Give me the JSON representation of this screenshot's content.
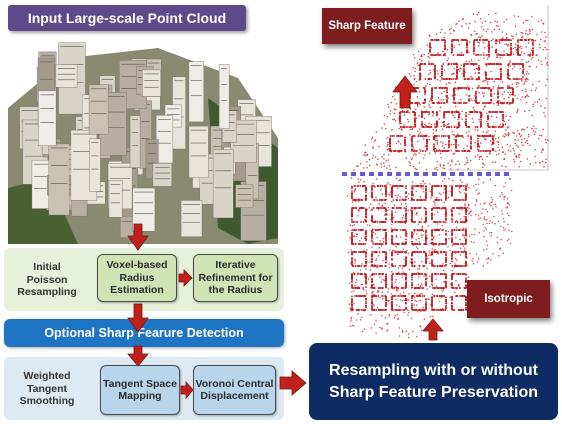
{
  "input_title": "Input Large-scale Point Cloud",
  "stage1": {
    "label": "Initial Poisson Resampling",
    "step1": "Voxel-based Radius Estimation",
    "step2": "Iterative Refinement for the Radius"
  },
  "detection": "Optional Sharp Fearure Detection",
  "stage2": {
    "label": "Weighted Tangent Smoothing",
    "step1": "Tangent Space Mapping",
    "step2": "Voronoi Central Displacement"
  },
  "result": "Resampling with or without Sharp Feature Preservation",
  "tag_sharp": "Sharp Feature",
  "tag_isotropic": "Isotropic",
  "colors": {
    "title_bg": "#5c4a8a",
    "detect_bg": "#1f74c4",
    "result_bg": "#0e2c63",
    "arrow": "#c0211c",
    "tag_bg": "#7d1d1d",
    "points": "#c4161c",
    "divider": "#6a5acd"
  }
}
